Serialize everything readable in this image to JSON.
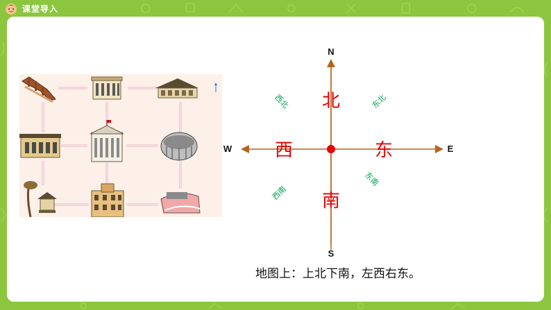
{
  "header": {
    "title": "课堂导入"
  },
  "compass": {
    "letters": {
      "north": "N",
      "south": "S",
      "west": "W",
      "east": "E"
    },
    "main": {
      "north": "北",
      "south": "南",
      "west": "西",
      "east": "东"
    },
    "diagonals": {
      "northwest": "西北",
      "northeast": "东北",
      "southwest": "西南",
      "southeast": "东南"
    },
    "colors": {
      "axis": "#b5651d",
      "main": "#e60000",
      "diagonal": "#00a651",
      "center": "#e60000"
    }
  },
  "caption": "地图上：上北下南，左西右东。"
}
